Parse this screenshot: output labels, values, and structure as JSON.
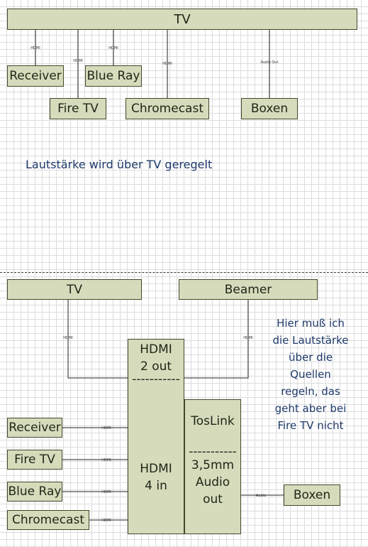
{
  "top": {
    "tv": "TV",
    "receiver": "Receiver",
    "blue_ray": "Blue Ray",
    "fire_tv": "Fire TV",
    "chromecast": "Chromecast",
    "boxen": "Boxen",
    "link_hdmi": "HDMI",
    "link_audio_out": "Audio Out",
    "note": "Lautstärke wird über TV geregelt"
  },
  "bottom": {
    "tv": "TV",
    "beamer": "Beamer",
    "hdmi_out_line1": "HDMI",
    "hdmi_out_line2": "2 out",
    "hdmi_sep": "-----------",
    "hdmi_in_line1": "HDMI",
    "hdmi_in_line2": "4 in",
    "toslink": "TosLink",
    "toslink_sep": "-----------",
    "audio_line1": "3,5mm",
    "audio_line2": "Audio",
    "audio_line3": "out",
    "receiver": "Receiver",
    "fire_tv": "Fire TV",
    "blue_ray": "Blue Ray",
    "chromecast": "Chromecast",
    "boxen": "Boxen",
    "link_hdmi": "HDMI",
    "link_audio": "Audio",
    "note_lines": [
      "Hier muß ich",
      "die Lautstärke",
      "über die",
      "Quellen",
      "regeln, das",
      "geht aber bei",
      "Fire TV nicht"
    ]
  }
}
